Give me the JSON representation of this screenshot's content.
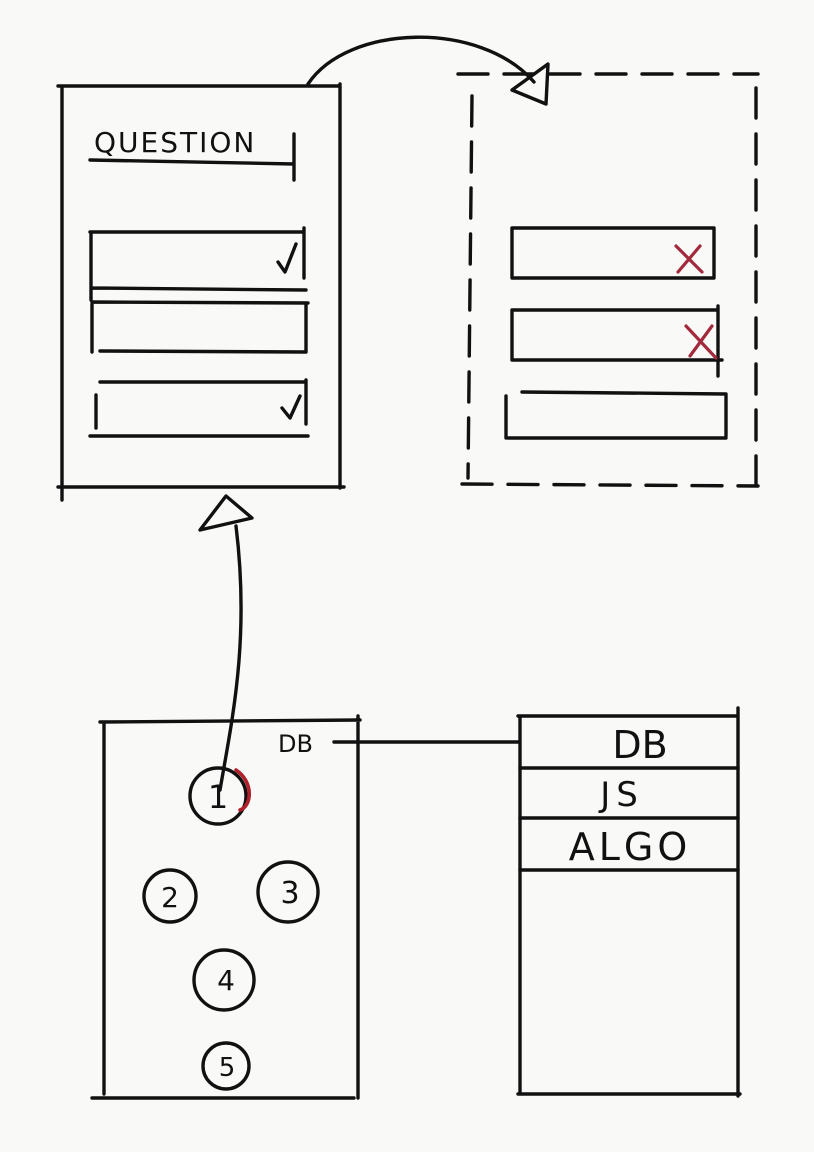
{
  "colors": {
    "background": "#f9f9f8",
    "ink": "#111111",
    "wrong_mark": "#a32a3c",
    "progress_arc": "#b0202a"
  },
  "question_card": {
    "title": "QUESTION",
    "options": [
      {
        "state": "correct",
        "icon": "check-icon"
      },
      {
        "state": "empty",
        "icon": ""
      },
      {
        "state": "correct",
        "icon": "check-icon"
      }
    ]
  },
  "result_card": {
    "options": [
      {
        "state": "wrong",
        "icon": "cross-icon"
      },
      {
        "state": "wrong",
        "icon": "cross-icon"
      },
      {
        "state": "empty",
        "icon": ""
      }
    ]
  },
  "level_map": {
    "db_label": "DB",
    "levels": [
      "1",
      "2",
      "3",
      "4",
      "5"
    ],
    "active_level": "1"
  },
  "topic_list": {
    "items": [
      "DB",
      "JS",
      "ALGO"
    ]
  }
}
